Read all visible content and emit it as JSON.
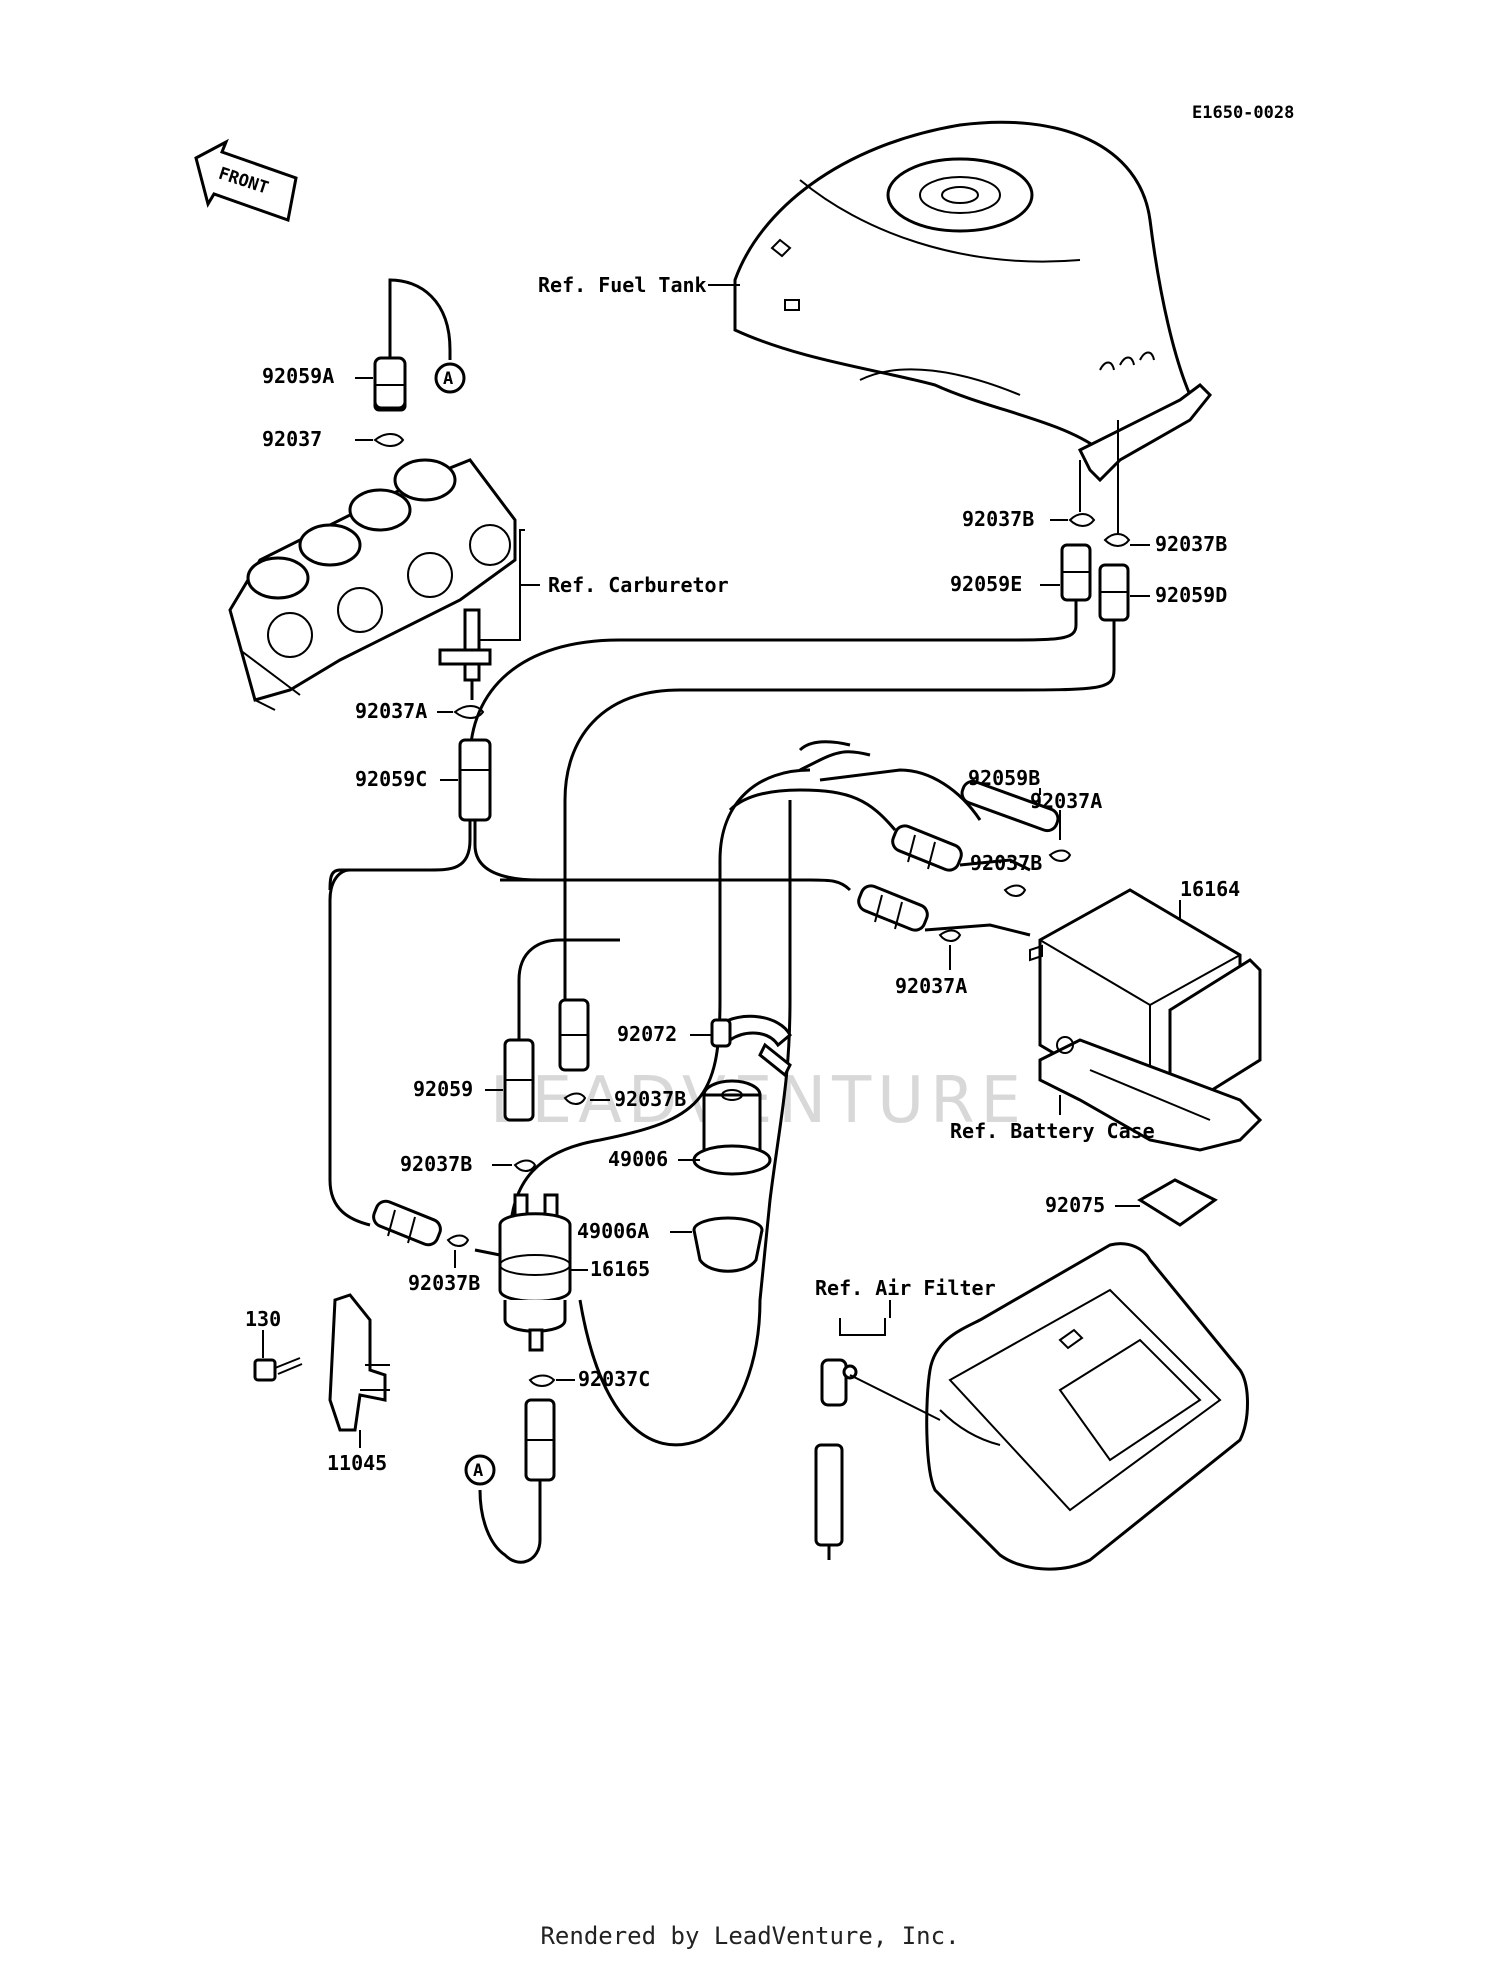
{
  "diagram_code": "E1650-0028",
  "front_label": "FRONT",
  "labels": {
    "ref_fuel_tank": "Ref. Fuel Tank",
    "ref_carburetor": "Ref. Carburetor",
    "ref_battery_case": "Ref. Battery Case",
    "ref_air_filter": "Ref. Air Filter"
  },
  "parts": {
    "p92059A": "92059A",
    "p92037": "92037",
    "p92037B_1": "92037B",
    "p92037B_2": "92037B",
    "p92059E": "92059E",
    "p92059D": "92059D",
    "p92037A_1": "92037A",
    "p92059C": "92059C",
    "p92059B": "92059B",
    "p92037A_2": "92037A",
    "p92037B_3": "92037B",
    "p16164": "16164",
    "p92037A_3": "92037A",
    "p92072": "92072",
    "p92059": "92059",
    "p92037B_4": "92037B",
    "p49006": "49006",
    "p92037B_5": "92037B",
    "p49006A": "49006A",
    "p92037B_6": "92037B",
    "p16165": "16165",
    "p92075": "92075",
    "p130": "130",
    "p92037C": "92037C",
    "p11045": "11045"
  },
  "connector_marks": {
    "a_top": "A",
    "a_bottom": "A"
  },
  "watermark": "LEADVENTURE",
  "footer": "Rendered by LeadVenture, Inc."
}
